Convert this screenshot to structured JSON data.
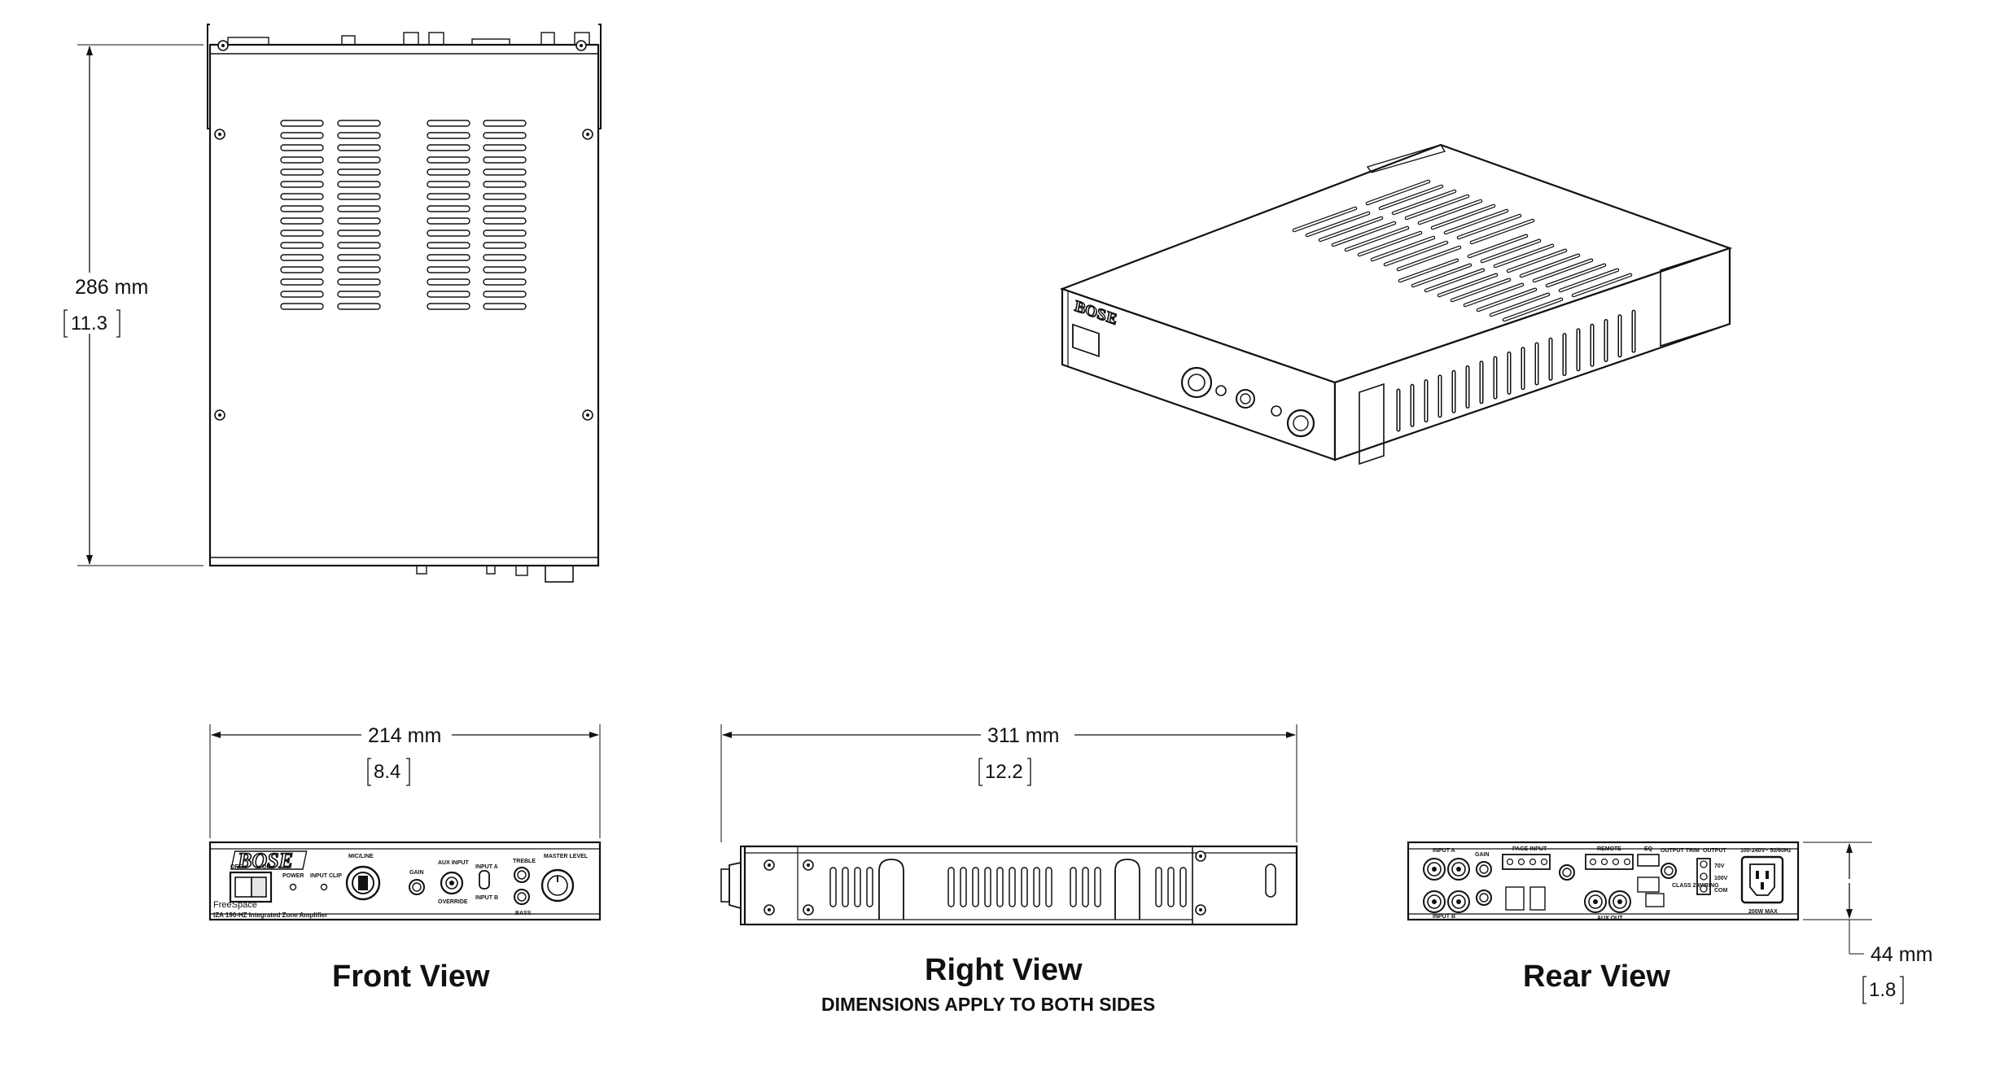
{
  "dimensions": {
    "depth_mm": "286 mm",
    "depth_in": "11.3",
    "width_mm": "214 mm",
    "width_in": "8.4",
    "length_mm": "311 mm",
    "length_in": "12.2",
    "height_mm": "44 mm",
    "height_in": "1.8"
  },
  "captions": {
    "front": "Front View",
    "right": "Right View",
    "right_note": "DIMENSIONS APPLY TO BOTH SIDES",
    "rear": "Rear View"
  },
  "front_panel": {
    "brand": "BOSE",
    "model_line": "FreeSpace",
    "model_name": "IZA 190-HZ Integrated Zone Amplifier",
    "switch_off": "OFF",
    "switch_on": "ON",
    "power": "POWER",
    "input_clip": "INPUT CLIP",
    "mic_line": "MIC/LINE",
    "gain": "GAIN",
    "aux_input": "AUX INPUT",
    "input_a": "INPUT A",
    "input_b": "INPUT B",
    "treble": "TREBLE",
    "bass": "BASS",
    "master_level": "MASTER LEVEL",
    "override": "OVERRIDE"
  },
  "rear_panel": {
    "input_a": "INPUT A",
    "input_b": "INPUT B",
    "gain": "GAIN",
    "page_input": "PAGE INPUT",
    "remote": "REMOTE",
    "eq": "EQ",
    "output_trim": "OUTPUT TRIM",
    "output": "OUTPUT",
    "aux_out": "AUX OUT",
    "out_70v": "70V",
    "out_100v": "100V",
    "out_com": "COM",
    "class2": "CLASS 2 WIRING",
    "mains": "100-240V~ 50/60Hz",
    "max": "200W MAX"
  },
  "icons": [
    "iec-power-inlet-icon",
    "rca-jack-icon",
    "knob-icon",
    "xlr-combo-jack-icon",
    "rocker-switch-icon"
  ]
}
